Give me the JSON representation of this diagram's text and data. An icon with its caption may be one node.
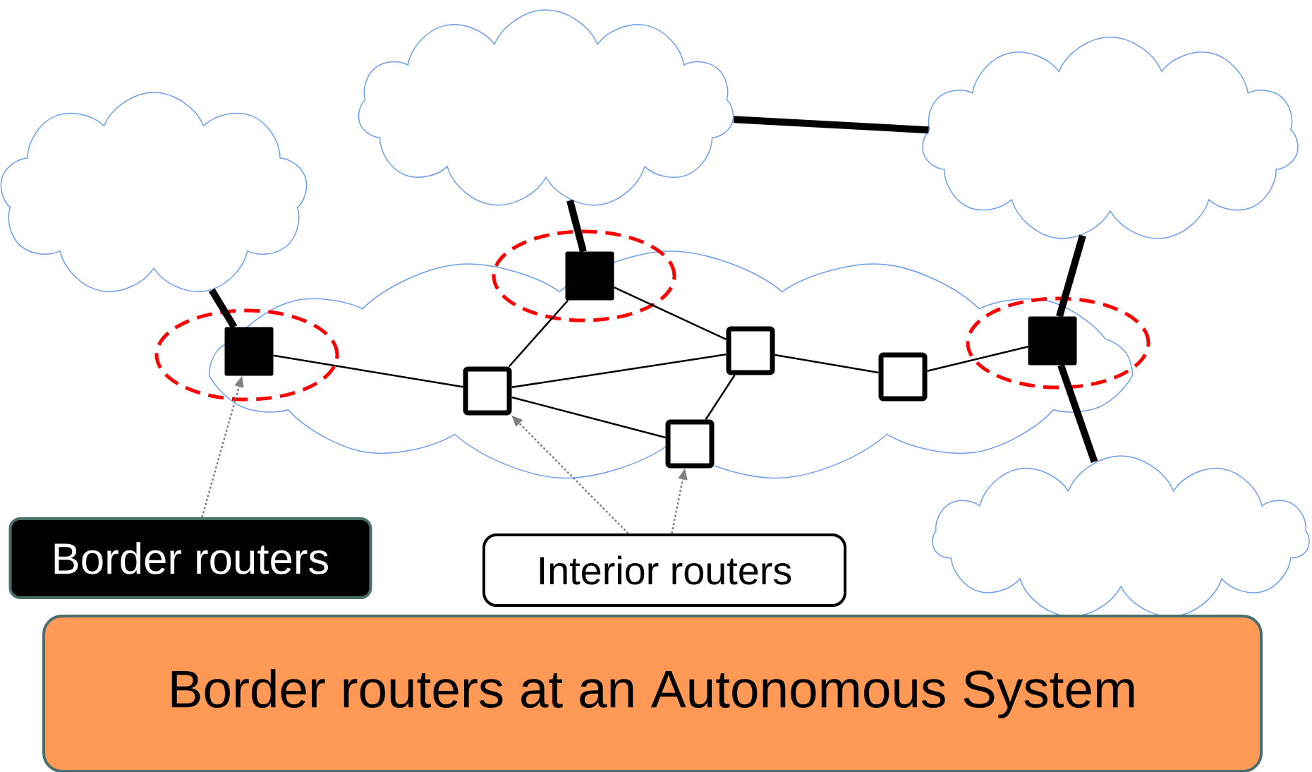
{
  "diagram": {
    "nodes": [
      {
        "text": [],
        "shape": "cloud"
      },
      {
        "text": [],
        "shape": "cloud"
      },
      {
        "text": [],
        "shape": "cloud"
      },
      {
        "text": [],
        "shape": "cloud"
      },
      {
        "text": [],
        "shape": "box",
        "in": 3
      },
      {
        "text": [],
        "shape": "box",
        "in": 3
      },
      {
        "text": [],
        "shape": "box",
        "in": 3
      },
      {
        "text": [],
        "shape": "box",
        "in": 3
      },
      {
        "text": [],
        "shape": "box",
        "in": 3
      },
      {
        "text": [],
        "shape": "box",
        "in": 3
      },
      {
        "text": [],
        "shape": "box",
        "in": 3
      },
      {
        "text": [],
        "shape": "cloud"
      },
      {
        "text": [
          "Border routers"
        ]
      },
      {
        "text": [
          "Interior routers"
        ]
      },
      {
        "text": [
          "Border routers at an Autonomous System"
        ]
      }
    ],
    "edges": [
      {
        "from": 0,
        "to": 5,
        "arrow": "none",
        "style": "thick"
      },
      {
        "from": 1,
        "to": 4,
        "arrow": "none",
        "style": "thick"
      },
      {
        "from": 1,
        "to": 2,
        "arrow": "none",
        "style": "thick"
      },
      {
        "from": 2,
        "to": 6,
        "arrow": "none",
        "style": "thick"
      },
      {
        "from": 6,
        "to": 11,
        "arrow": "none",
        "style": "thick"
      },
      {
        "from": 5,
        "to": 9,
        "arrow": "none"
      },
      {
        "from": 9,
        "to": 4,
        "arrow": "none"
      },
      {
        "from": 9,
        "to": 7,
        "arrow": "none"
      },
      {
        "from": 9,
        "to": 10,
        "arrow": "none"
      },
      {
        "from": 4,
        "to": 7,
        "arrow": "none"
      },
      {
        "from": 7,
        "to": 10,
        "arrow": "none"
      },
      {
        "from": 7,
        "to": 8,
        "arrow": "none"
      },
      {
        "from": 8,
        "to": 6,
        "arrow": "none"
      },
      {
        "from": 12,
        "to": 5,
        "arrow": "to",
        "style": "dashed",
        "color": "#808080"
      },
      {
        "from": 13,
        "to": 9,
        "arrow": "to",
        "style": "dashed",
        "color": "#808080"
      },
      {
        "from": 13,
        "to": 10,
        "arrow": "to",
        "style": "dashed",
        "color": "#808080"
      }
    ]
  }
}
